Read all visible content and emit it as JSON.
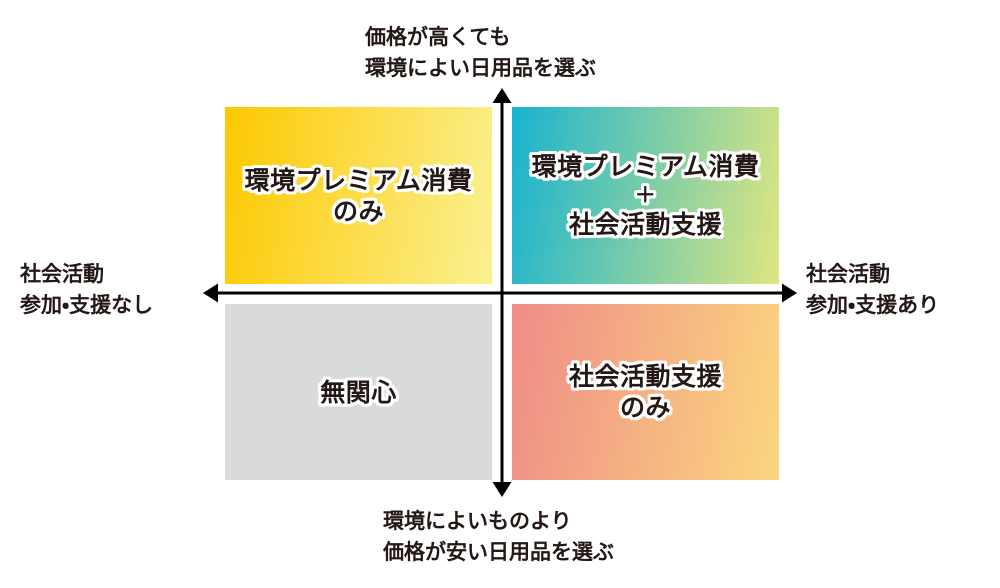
{
  "axis_labels": {
    "top": [
      "価格が高くても",
      "環境によい日用品を選ぶ"
    ],
    "bottom": [
      "環境によいものより",
      "価格が安い日用品を選ぶ"
    ],
    "left": [
      "社会活動",
      "参加・支援なし"
    ],
    "right": [
      "社会活動",
      "参加・支援あり"
    ]
  },
  "quadrants": {
    "top_left": {
      "lines": [
        "環境プレミアム消費",
        "のみ"
      ],
      "gradient": [
        "#fcc800",
        "#fbf193"
      ]
    },
    "top_right": {
      "lines": [
        "環境プレミアム消費",
        "＋",
        "社会活動支援"
      ],
      "gradient": [
        "#17b3d1",
        "#dfe680"
      ]
    },
    "bottom_left": {
      "lines": [
        "無関心"
      ],
      "background": "#dadada"
    },
    "bottom_right": {
      "lines": [
        "社会活動支援",
        "のみ"
      ],
      "gradient": [
        "#ef8c87",
        "#fbd67e"
      ]
    }
  },
  "colors": {
    "axis": "#000000",
    "label_text": "#231815",
    "quadrant_text": "#231815",
    "outline": "#ffffff"
  }
}
